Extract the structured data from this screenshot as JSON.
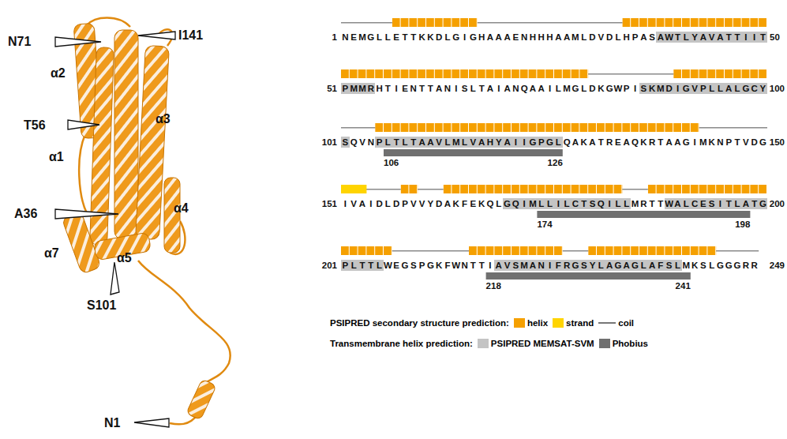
{
  "diagram": {
    "labels": [
      "N71",
      "I141",
      "α2",
      "T56",
      "α1",
      "α3",
      "α4",
      "A36",
      "α7",
      "α5",
      "S101",
      "N1",
      "1",
      "NEMGLLETTKKDLGIGHAAAENHHHAAMLDVDLHPASAWTLYAVATTIIT",
      "50",
      "51",
      "PMMRHTIENTTANISLTAIANQAAILMGLDKGWPISKMDIGVPLLALGCY",
      "100",
      "101",
      "SQVNPLTLTAAVLMLVAHYAIIGPGLQAKATREAQKRTAAGIMKNPTVDG",
      "150",
      "106",
      "126",
      "151",
      "IVAIDLDPVVYDAKFEKQLGQIMLLILCTSQILLMRTTWALCESITLATG",
      "200",
      "174",
      "198",
      "201",
      "PLTTLWEGSPGKFWNTTIAVSMANIFRGSYLAGAGLAFSLMKSLGGGRR",
      "249",
      "218",
      "241",
      "PSIPRED secondary structure prediction:",
      "Transmembrane helix prediction:"
    ],
    "legend": [
      {
        "text": "helix",
        "color": "#f5a000"
      },
      {
        "text": "strand",
        "color": "#ffd400"
      },
      {
        "text": "coil"
      },
      {
        "text": "PSIPRED MEMSAT-SVM",
        "color": "#c4c4c4"
      },
      {
        "text": "Phobius",
        "color": "#707070"
      }
    ]
  }
}
